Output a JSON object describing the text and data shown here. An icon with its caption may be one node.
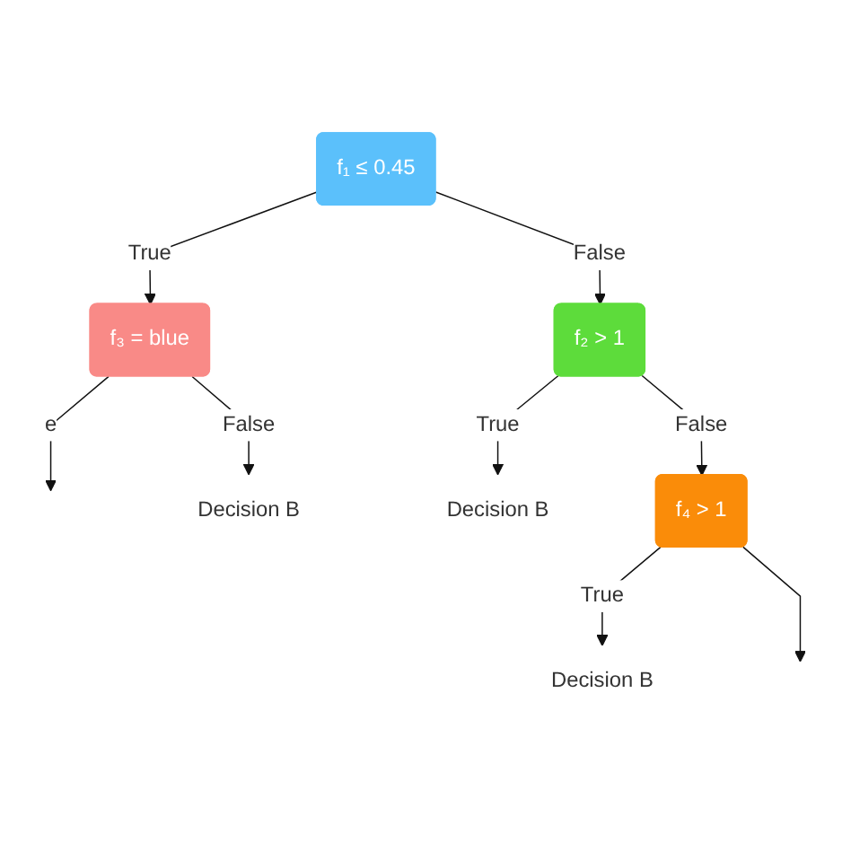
{
  "diagram": {
    "nodes": [
      {
        "text": [
          "f₁ ≤ 0.45"
        ]
      },
      {
        "text": [
          "f₃ = blue"
        ]
      },
      {
        "text": [
          "f₂ > 1"
        ]
      },
      {
        "text": [
          "Decision B"
        ]
      },
      {
        "text": [
          "Decision B"
        ]
      },
      {
        "text": [
          "f₄ > 1"
        ]
      },
      {
        "text": [
          "Decision B"
        ]
      }
    ],
    "edges": [
      {
        "from": 0,
        "to": 1,
        "arrow": "to",
        "label": "True"
      },
      {
        "from": 0,
        "to": 2,
        "arrow": "to",
        "label": "False"
      },
      {
        "from": 1,
        "to": null,
        "arrow": "to",
        "label": "e"
      },
      {
        "from": 1,
        "to": 3,
        "arrow": "to",
        "label": "False"
      },
      {
        "from": 2,
        "to": 4,
        "arrow": "to",
        "label": "True"
      },
      {
        "from": 2,
        "to": 5,
        "arrow": "to",
        "label": "False"
      },
      {
        "from": 5,
        "to": 6,
        "arrow": "to",
        "label": "True"
      },
      {
        "from": 5,
        "to": null,
        "arrow": "to"
      }
    ]
  }
}
